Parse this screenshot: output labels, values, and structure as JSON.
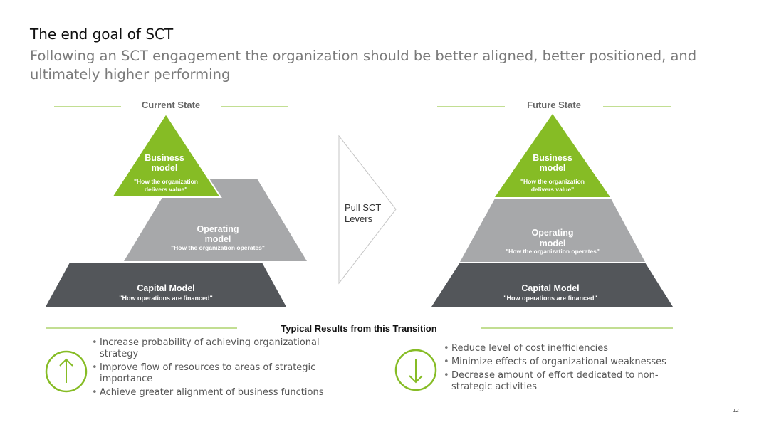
{
  "title": "The end goal of SCT",
  "subtitle": "Following an SCT engagement the organization should be better aligned, better positioned, and ultimately higher performing",
  "current_state": {
    "heading": "Current State",
    "business_title": [
      "Business",
      "model"
    ],
    "business_quote": [
      "\"How the organization",
      "delivers value\""
    ],
    "operating_title": [
      "Operating",
      "model"
    ],
    "operating_quote": "\"How the organization operates\"",
    "capital_title": "Capital Model",
    "capital_quote": "\"How operations are financed\""
  },
  "future_state": {
    "heading": "Future State",
    "business_title": [
      "Business",
      "model"
    ],
    "business_quote": [
      "\"How the organization",
      "delivers value\""
    ],
    "operating_title": [
      "Operating",
      "model"
    ],
    "operating_quote": "\"How the organization operates\"",
    "capital_title": "Capital Model",
    "capital_quote": "\"How operations are financed\""
  },
  "arrow_label": [
    "Pull SCT",
    "Levers"
  ],
  "results": {
    "heading": "Typical Results from this Transition",
    "increase_icon": "arrow-up-circle-icon",
    "decrease_icon": "arrow-down-circle-icon",
    "increase_items": [
      "Increase probability of achieving organizational strategy",
      "Improve flow of resources to areas of strategic importance",
      "Achieve greater alignment of business functions"
    ],
    "decrease_items": [
      "Reduce level of cost inefficiencies",
      "Minimize effects of organizational weaknesses",
      "Decrease amount of effort dedicated to non-strategic activities"
    ]
  },
  "page_number": "12",
  "colors": {
    "green": "#86bc25",
    "gray_light": "#a7a8aa",
    "gray_dark": "#53565a",
    "line_green": "#86bc25"
  }
}
